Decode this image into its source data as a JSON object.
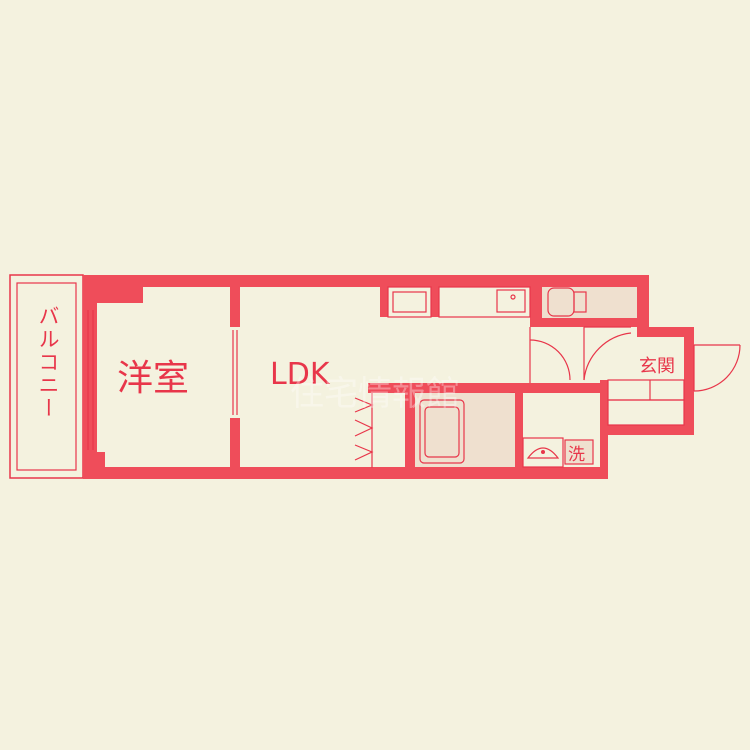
{
  "colors": {
    "background": "#f4f2df",
    "wall": "#ef4d5a",
    "line": "#e8364a",
    "fixture_fill": "#efe0cf",
    "text": "#e8364a"
  },
  "rooms": {
    "balcony": "バルコニー",
    "western_room": "洋室",
    "ldk": "LDK",
    "entrance": "玄関",
    "washer": "洗"
  },
  "watermark": "住宅情報館"
}
